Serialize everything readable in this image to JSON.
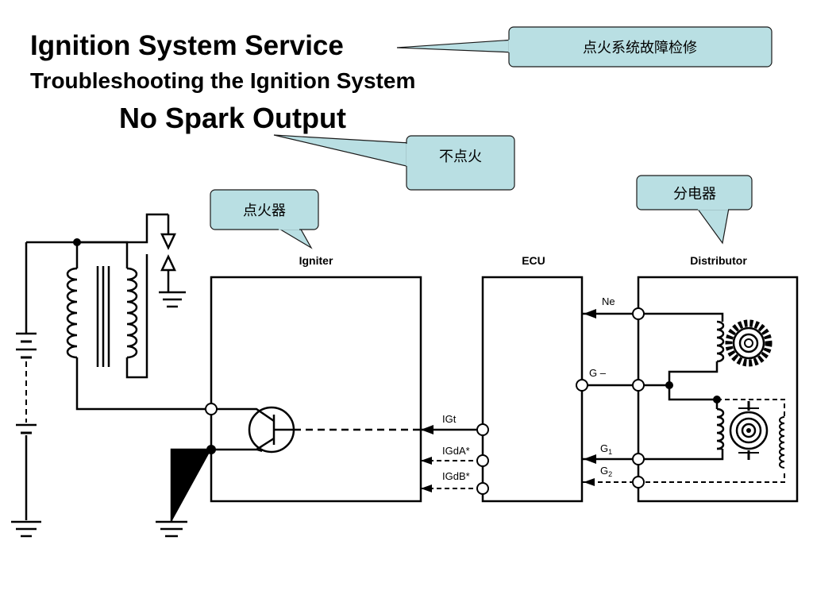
{
  "titles": {
    "main": "Ignition System Service",
    "sub": "Troubleshooting the Ignition System",
    "topic": "No Spark Output"
  },
  "callouts": {
    "ignition_service": "点火系统故障检修",
    "no_spark": "不点火",
    "igniter": "点火器",
    "distributor": "分电器"
  },
  "diagram": {
    "igniter_label": "Igniter",
    "ecu_label": "ECU",
    "distributor_label": "Distributor",
    "signals": {
      "ne": "Ne",
      "g_minus": "G –",
      "g1": "G",
      "g1_sub": "1",
      "g2": "G",
      "g2_sub": "2",
      "igt": "IGt",
      "igda": "IGdA*",
      "igdb": "IGdB*"
    }
  },
  "colors": {
    "callout_fill": "#b9dfe3",
    "callout_stroke": "#1a1a1a",
    "line": "#000000"
  }
}
